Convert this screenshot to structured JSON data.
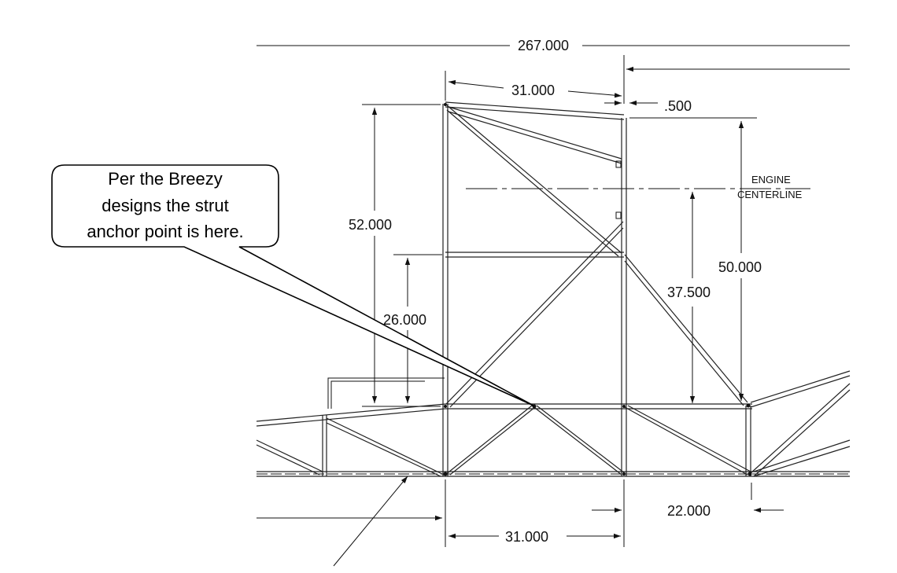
{
  "dimensions": {
    "overall_width": "267.000",
    "top_width": "31.000",
    "offset": ".500",
    "left_height": "52.000",
    "mid_height": "26.000",
    "engine_height": "37.500",
    "right_height": "50.000",
    "bottom_width": "31.000",
    "right_offset": "22.000"
  },
  "engine_centerline": {
    "line1": "ENGINE",
    "line2": "CENTERLINE"
  },
  "callout": {
    "line1": "Per the Breezy",
    "line2": "designs the strut",
    "line3": "anchor point is here."
  }
}
